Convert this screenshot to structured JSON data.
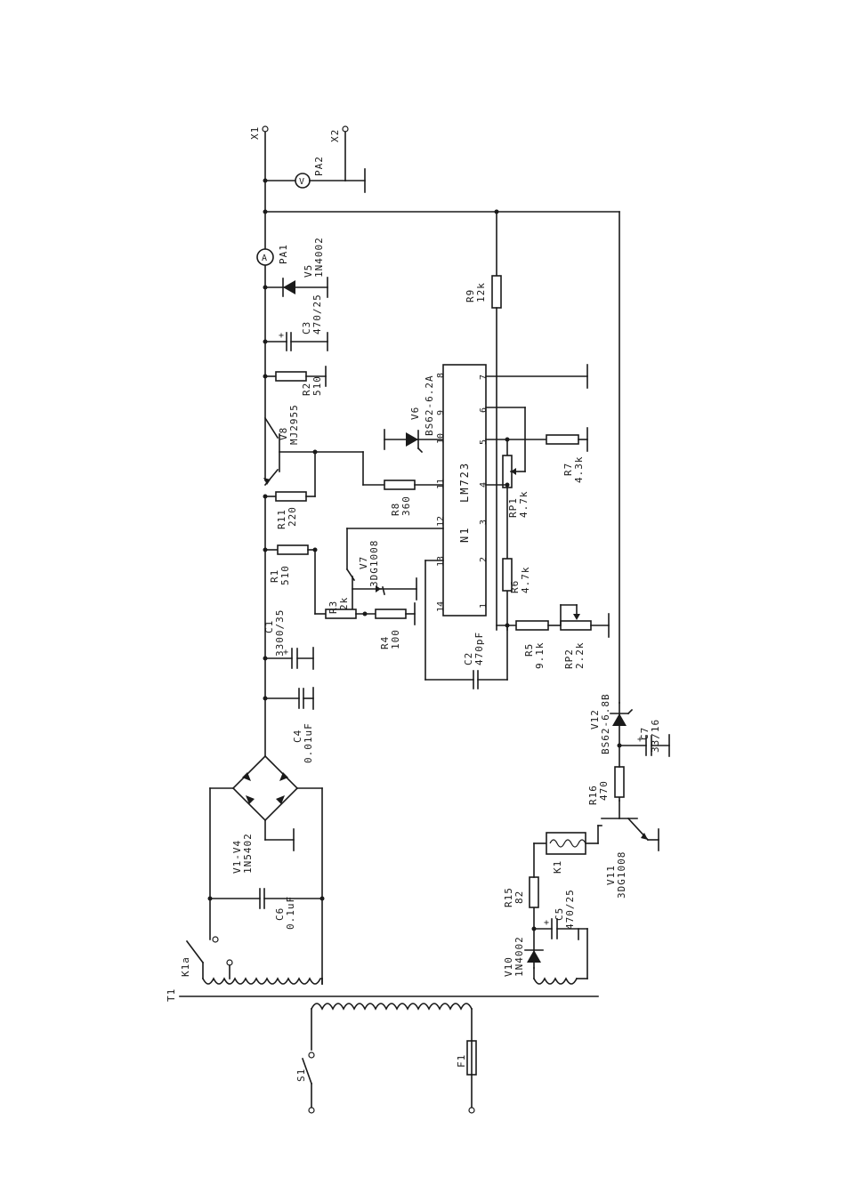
{
  "labels": {
    "X1": "X1",
    "X2": "X2",
    "PA2": "PA2",
    "PA1": "PA1",
    "V5": "V5",
    "V5v": "1N4002",
    "C3": "C3",
    "C3v": "470/25",
    "R2": "R2",
    "R2v": "510",
    "V8": "V8",
    "V8v": "MJ2955",
    "V6": "V6",
    "V6v": "BS62-6.2A",
    "R9": "R9",
    "R9v": "12k",
    "R11": "R11",
    "R11v": "220",
    "R8": "R8",
    "R8v": "360",
    "N1": "N1",
    "LM723": "LM723",
    "R7": "R7",
    "R7v": "4.3k",
    "RP1": "RP1",
    "RP1v": "4.7k",
    "R1": "R1",
    "R1v": "510",
    "V7": "V7",
    "V7v": "3DG1008",
    "R3": "R3",
    "R3v": "2k",
    "R4": "R4",
    "R4v": "100",
    "R6": "R6",
    "R6v": "4.7k",
    "C1": "C1",
    "C1v": "3300/35",
    "C2": "C2",
    "C2v": "470pF",
    "R5": "R5",
    "R5v": "9.1k",
    "RP2": "RP2",
    "RP2v": "2.2k",
    "C4": "C4",
    "C4v": "0.01uF",
    "V12": "V12",
    "V12v": "BS62-6.8B",
    "C7": "C7",
    "C7v": "33/16",
    "R16": "R16",
    "R16v": "470",
    "V1V4": "V1-V4",
    "V1V4v": "1N5402",
    "K1": "K1",
    "V11": "V11",
    "V11v": "3DG1008",
    "R15": "R15",
    "R15v": "82",
    "C5": "C5",
    "C5v": "470/25",
    "C6": "C6",
    "C6v": "0.1uF",
    "V10": "V10",
    "V10v": "1N4002",
    "K1a": "K1a",
    "T1": "T1",
    "S1": "S1",
    "F1": "F1"
  },
  "meters": {
    "PA2": "V",
    "PA1": "A"
  },
  "ic_pins": [
    "14",
    "13",
    "12",
    "11",
    "10",
    "9",
    "8",
    "1",
    "2",
    "3",
    "4",
    "5",
    "6",
    "7"
  ]
}
